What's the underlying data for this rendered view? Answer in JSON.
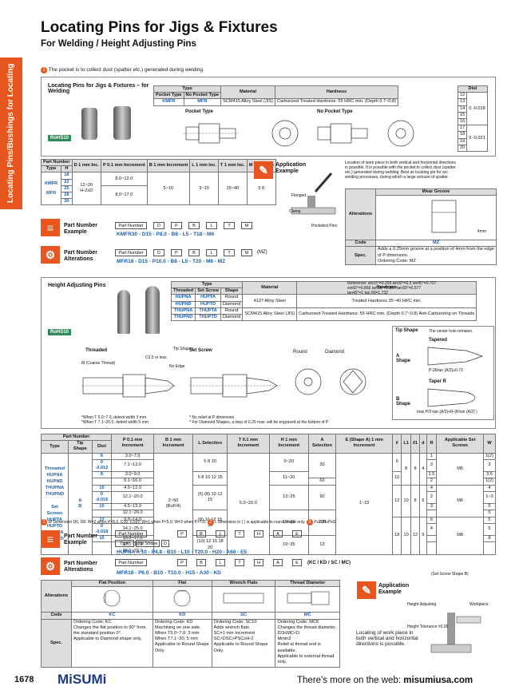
{
  "header": {
    "title": "Locating Pins for Jigs & Fixtures",
    "subtitle": "For Welding / Height Adjusting Pins",
    "side_tab": "Locating Pins/Bushings for Locating Pins",
    "note_num": "1",
    "note": "The pocket is to collect dust (spatter etc.) generated during welding."
  },
  "welding": {
    "panel_title": "Locating Pins for Jigs & Fixtures – for Welding",
    "rohs": "RoHS10",
    "type_header": "Type",
    "type_cols": [
      "Pocket Type",
      "No Pocket Type"
    ],
    "type_vals": [
      "KMFR",
      "MFR"
    ],
    "material_header": "Material",
    "material": "SCM415 Alloy Steel (JIS)",
    "hardness_header": "Hardness",
    "hardness": "Carburized Treated Hardness: 55 HRC min. (Depth 0.7~0.8)",
    "pocket_type": "Pocket Type",
    "no_pocket_type": "No Pocket Type",
    "dtol_header": "Dtol",
    "dtol_rows": [
      "12",
      "13",
      "14",
      "15",
      "16",
      "17",
      "18",
      "19",
      "20"
    ],
    "dtol_vals": [
      "0\n-0.018",
      "0\n-0.021"
    ],
    "pn_table": {
      "headers": [
        "Part Number",
        "D 1 mm Inc.",
        "P 0.1 mm Increment",
        "B 1 mm Increment",
        "L 1 mm Inc.",
        "T 1 mm Inc.",
        "M Selection"
      ],
      "sub_headers": [
        "Type",
        "H"
      ],
      "types": [
        "KMFR",
        "MFR"
      ],
      "h_vals": [
        "18",
        "22",
        "25",
        "28",
        "30"
      ],
      "d": "12~20",
      "d_note": "H-2≥D",
      "p1": "8.0~12.0",
      "p2": "8.0~17.0",
      "b": "5~10",
      "l": "3~10",
      "t": "15~40",
      "m": "6  8"
    },
    "app_example": "Application Example",
    "app_text": "Location of work piece in both vertical and horizontal directions is possible. It is possible with the pocket to collect dust (spatter etc.) generated during welding. Best as locating pin for arc welding processes, during which a large amount of spatter.",
    "flanged": "Flanged",
    "clamp": "Clamp",
    "pocket_pin": "Pocketed Pins",
    "part_number_example": "Part Number Example",
    "pn_fields": [
      "Part Number",
      "D",
      "P",
      "B",
      "L",
      "T",
      "M"
    ],
    "pn_example": "KMFR30  -  D15  -  P8.0  -  B8  -  L5  -  T18  -  M6",
    "part_number_alterations": "Part Number Alterations",
    "pn_alt_fields": [
      "Part Number",
      "D",
      "P",
      "B",
      "L",
      "T",
      "M",
      "(MZ)"
    ],
    "pn_alt_example": "MFR18  -  D15  -  P10.0  -  B8  -  L5  -  T20  -  M6  -  MZ",
    "alterations": "Alterations",
    "wear_groove": "Wear Groove",
    "wear_dim": "4mm",
    "code_label": "Code",
    "code_val": "MZ",
    "spec_label": "Spec.",
    "spec_text": "Adds a 0.25mm groove at a position of 4mm from the edge of P dimension.",
    "ordering_code": "Ordering Code: MZ"
  },
  "height": {
    "panel_title": "Height Adjusting Pins",
    "rohs": "RoHS10",
    "type_header": "Type",
    "cols": [
      "Threaded",
      "Set Screw",
      "Shape",
      "Material",
      "Hardness"
    ],
    "rows": [
      [
        "HUPNA",
        "HUPTA",
        "Round"
      ],
      [
        "HUPND",
        "HUPTD",
        "Diamond"
      ],
      [
        "THUPNA",
        "THUPTA",
        "Round"
      ],
      [
        "THUPND",
        "THUPTD",
        "Diamond"
      ]
    ],
    "mat1": "4137 Alloy Steel",
    "hard1": "Treated Hardness 35~40 HRC min.",
    "mat2": "SCM415 Alloy Steel (JIS)",
    "hard2": "Carburized Treated Hardness: 55 HRC min. (Depth 0.7~0.8) Anti-Carburizing on Threads",
    "reference": "Reference: sin15°=0.259  sin30°=0.5  sin45°=0.707\nsin60°=0.866  tan15°=0.267  tan30°=0.577\ntan45°=1  tan 60=1.732",
    "threaded": "Threaded",
    "set_screw": "Set Screw",
    "round": "Round",
    "diamond": "Diamond",
    "coarse": "M (Coarse Thread)",
    "tip_shapes": "Tip Shapes",
    "no_edge": "No Edge",
    "c05": "C0.5 or less",
    "thread_note": "*When T 5.0~7.0, detent width 3 mm\n*When T 7.1~20.0, detent width 5 mm",
    "relief_note": "* No relief at P dimension.\n* For Diamond Shapes, a step of 0.25 max. will be engraved at the bottom of P.",
    "tip_shape_title": "Tip Shape",
    "tip_shape_note": "The center hole remains.",
    "tapered": "Tapered",
    "taper_r": "Taper R",
    "shape_a": "A Shape",
    "shape_b": "B Shape",
    "taper_formula_a": "P-2Etan (A/2)≥0.73",
    "taper_formula_b": "max P/2-tan (A/2)+R-(R/sin (A/2) )"
  },
  "big_table": {
    "headers": [
      "Part Number",
      "",
      "P 0.1 mm Increment",
      "B 1 mm Increment",
      "L Selection",
      "T 0.1 mm Increment",
      "H 1 mm Increment",
      "A Selection",
      "E (Shape A) 1 mm Increment",
      "ℓ",
      "L1",
      "ℓ1",
      "d",
      "R",
      "Applicable Set Screws",
      "W"
    ],
    "sub": [
      "Type",
      "Tip Shape",
      "Dtol"
    ],
    "types_threaded": [
      "Threaded",
      "HUPNA",
      "HUPND",
      "THUPNA",
      "THUPND"
    ],
    "types_setscrew": [
      "Set Screws",
      "HUPTA",
      "HUPTD",
      "THUPTA",
      "THUPTD"
    ],
    "tip": [
      "A",
      "B"
    ],
    "d_rows": [
      "6",
      "8",
      "10",
      "10",
      "12",
      "16"
    ],
    "dtol": [
      "0\n-0.012",
      "0\n-0.015",
      "0\n-0.018"
    ],
    "p_rows": [
      "3.0~7.0",
      "7.1~12.0",
      "3.0~9.0",
      "9.1~16.0",
      "4.5~12.0",
      "12.1~20.0",
      "4.5~12.0",
      "12.1~20.0",
      "9.0~14.0",
      "14.1~25.0",
      "13.0~17.0",
      "17.1~18.0",
      "18.1~32.0"
    ],
    "b": "2~50",
    "b_note": "(B≤P/4)",
    "l_rows": [
      "5  8  10",
      "5  8  10  12  15",
      "(5)  (8)  10  12  15",
      "(8)  10  12  15  18",
      "(10)  12  15  18  20"
    ],
    "t": "5.0~20.0",
    "h_rows": [
      "9~20",
      "11~20",
      "13~25",
      "15~30",
      "19~35"
    ],
    "a": [
      "30",
      "60",
      "90",
      "120"
    ],
    "e": "1~15",
    "ell": [
      "6",
      "10",
      "12",
      "18"
    ],
    "l1": [
      "8",
      "10",
      "10"
    ],
    "ell1": [
      "8",
      "8",
      "12",
      "13"
    ],
    "dsmall": [
      "4",
      "6",
      "9"
    ],
    "r": [
      "1",
      "3",
      "1.5",
      "2",
      "4",
      "2",
      "3",
      "6",
      "4"
    ],
    "setscrews": [
      "M5",
      "M6",
      "M8"
    ],
    "w": [
      "1(2)",
      "3",
      "3.5",
      "1(2)",
      "4",
      "1~3",
      "5",
      "5",
      "5",
      "5",
      "8"
    ]
  },
  "dim_note": {
    "text1": "W Dimension  D6, D8: W=2 when P>5.0, D10, D10T: W=1 when P<5.0; W=3 when P>7.0.",
    "text2": "L dimension in ( ) is applicable to round shape only.",
    "text3": "P≥2xH≥PxG"
  },
  "pn_example2": {
    "label": "Part Number Example",
    "fields": [
      "Part Number",
      "Type",
      "Tip Shape",
      "D",
      "P",
      "B",
      "L",
      "T",
      "H",
      "A",
      "E"
    ],
    "example": "HUPNA  A  10  -  P4.8  -  B10  -  L10  -  T20.0  -  H20  -  A60  -  E5"
  },
  "pn_alt2": {
    "label": "Part Number Alterations",
    "fields": [
      "Part Number",
      "P",
      "B",
      "L",
      "T",
      "H",
      "A",
      "E"
    ],
    "suffix": "(KC / KD / SC / MC)",
    "example": "MFR18  -  P6.0  -  B10  -  T10.0  -  H15  -  A30  -  KD",
    "setscrew_note": "(Set Screw Shape B)"
  },
  "alterations2": {
    "row_label": "Alterations",
    "code_label": "Code",
    "spec_label": "Spec.",
    "cols": [
      "Flat Position",
      "Flat",
      "Wrench Flats",
      "Thread Diameter"
    ],
    "codes": [
      "KC",
      "KD",
      "SC",
      "MC"
    ],
    "specs": [
      "Ordering Code: KC\nChanges the flat position to 90° from the standard position 0°.\nApplicable to Diamond shape only.",
      "Ordering Code: KD\nMachining on one side.\nWhen T5.0~7.0: 3 mm\nWhen T7.1~20: 5 mm\nApplicable to Round Shape Only.",
      "Ordering Code: SC10\nAdds wrench flats.\nSC=1 mm Increment\nSC>DSC>PSC≥H-2\nApplicable to Round Shape Only.",
      "Ordering Code: MC8\nChanges the thread diameter.\nD/3≤MC<D\nMmin3\nRelief at thread end is available.\nApplicable to external thread only."
    ],
    "app_example": "Application Example",
    "app_text": "Locating of work piece in both vertical and horizontal directions is possible.",
    "height_adj": "Height Adjusting",
    "workpiece": "Workpiece",
    "tol": "Height Tolerance ±0.05"
  },
  "footer": {
    "page": "1678",
    "logo": "MiSUMi",
    "web_text": "There's more on the web: ",
    "web_url": "misumiusa.com"
  }
}
